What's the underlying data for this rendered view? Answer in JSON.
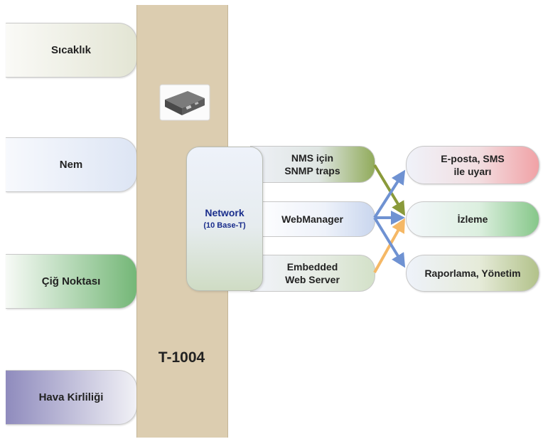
{
  "device": {
    "name": "T-1004"
  },
  "sensors": [
    {
      "label": "Sıcaklık"
    },
    {
      "label": "Nem"
    },
    {
      "label": "Çiğ Noktası"
    },
    {
      "label": "Hava Kirliliği"
    }
  ],
  "network": {
    "title": "Network",
    "subtitle": "(10 Base-T)"
  },
  "services": [
    {
      "label": "NMS için\nSNMP traps"
    },
    {
      "label": "WebManager"
    },
    {
      "label": "Embedded\nWeb Server"
    }
  ],
  "outputs": [
    {
      "label": "E-posta, SMS\nile uyarı"
    },
    {
      "label": "İzleme"
    },
    {
      "label": "Raporlama, Yönetim"
    }
  ],
  "colors": {
    "device_bar": "#dccdb0",
    "network_text": "#1a2e8c",
    "arrow_olive": "#8a9a3a",
    "arrow_blue": "#6f92d2",
    "arrow_orange": "#f5b866"
  }
}
